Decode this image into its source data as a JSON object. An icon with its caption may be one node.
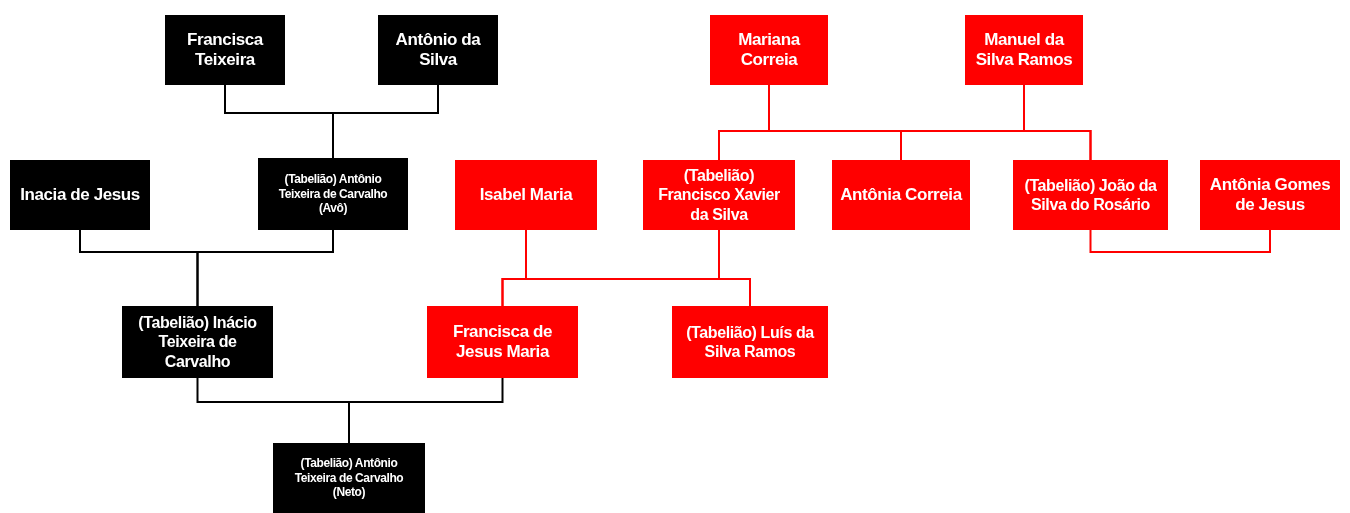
{
  "diagram": {
    "nodes": [
      {
        "text": [
          "Francisca Teixeira"
        ]
      },
      {
        "text": [
          "Antônio da Silva"
        ]
      },
      {
        "text": [
          "Mariana Correia"
        ]
      },
      {
        "text": [
          "Manuel da Silva Ramos"
        ]
      },
      {
        "text": [
          "Inacia de Jesus"
        ]
      },
      {
        "text": [
          "(Tabelião) Antônio Teixeira de Carvalho",
          "(Avô)"
        ]
      },
      {
        "text": [
          "Isabel Maria"
        ]
      },
      {
        "text": [
          "(Tabelião) Francisco Xavier da Silva"
        ]
      },
      {
        "text": [
          "Antônia Correia"
        ]
      },
      {
        "text": [
          "(Tabelião) João da Silva do Rosário"
        ]
      },
      {
        "text": [
          "Antônia Gomes de Jesus"
        ]
      },
      {
        "text": [
          "(Tabelião) Inácio Teixeira de Carvalho"
        ]
      },
      {
        "text": [
          "Francisca de Jesus Maria"
        ]
      },
      {
        "text": [
          "(Tabelião) Luís da Silva Ramos"
        ]
      },
      {
        "text": [
          "(Tabelião) Antônio Teixeira de Carvalho",
          "(Neto)"
        ]
      }
    ],
    "edges": [
      {
        "from": 0,
        "to": 5,
        "arrow": "none",
        "color": "#000000"
      },
      {
        "from": 1,
        "to": 5,
        "arrow": "none",
        "color": "#000000"
      },
      {
        "from": 2,
        "to": 7,
        "arrow": "none"
      },
      {
        "from": 2,
        "to": 8,
        "arrow": "none"
      },
      {
        "from": 2,
        "to": 9,
        "arrow": "none"
      },
      {
        "from": 3,
        "to": 7,
        "arrow": "none"
      },
      {
        "from": 3,
        "to": 8,
        "arrow": "none"
      },
      {
        "from": 3,
        "to": 9,
        "arrow": "none"
      },
      {
        "from": 4,
        "to": 11,
        "arrow": "none",
        "color": "#000000"
      },
      {
        "from": 5,
        "to": 11,
        "arrow": "none",
        "color": "#000000"
      },
      {
        "from": 6,
        "to": 12,
        "arrow": "none"
      },
      {
        "from": 6,
        "to": 13,
        "arrow": "none"
      },
      {
        "from": 7,
        "to": 12,
        "arrow": "none"
      },
      {
        "from": 7,
        "to": 13,
        "arrow": "none"
      },
      {
        "from": 9,
        "to": 10,
        "arrow": "none"
      },
      {
        "from": 11,
        "to": 14,
        "arrow": "none",
        "color": "#000000"
      },
      {
        "from": 12,
        "to": 14,
        "arrow": "none",
        "color": "#000000"
      }
    ]
  }
}
